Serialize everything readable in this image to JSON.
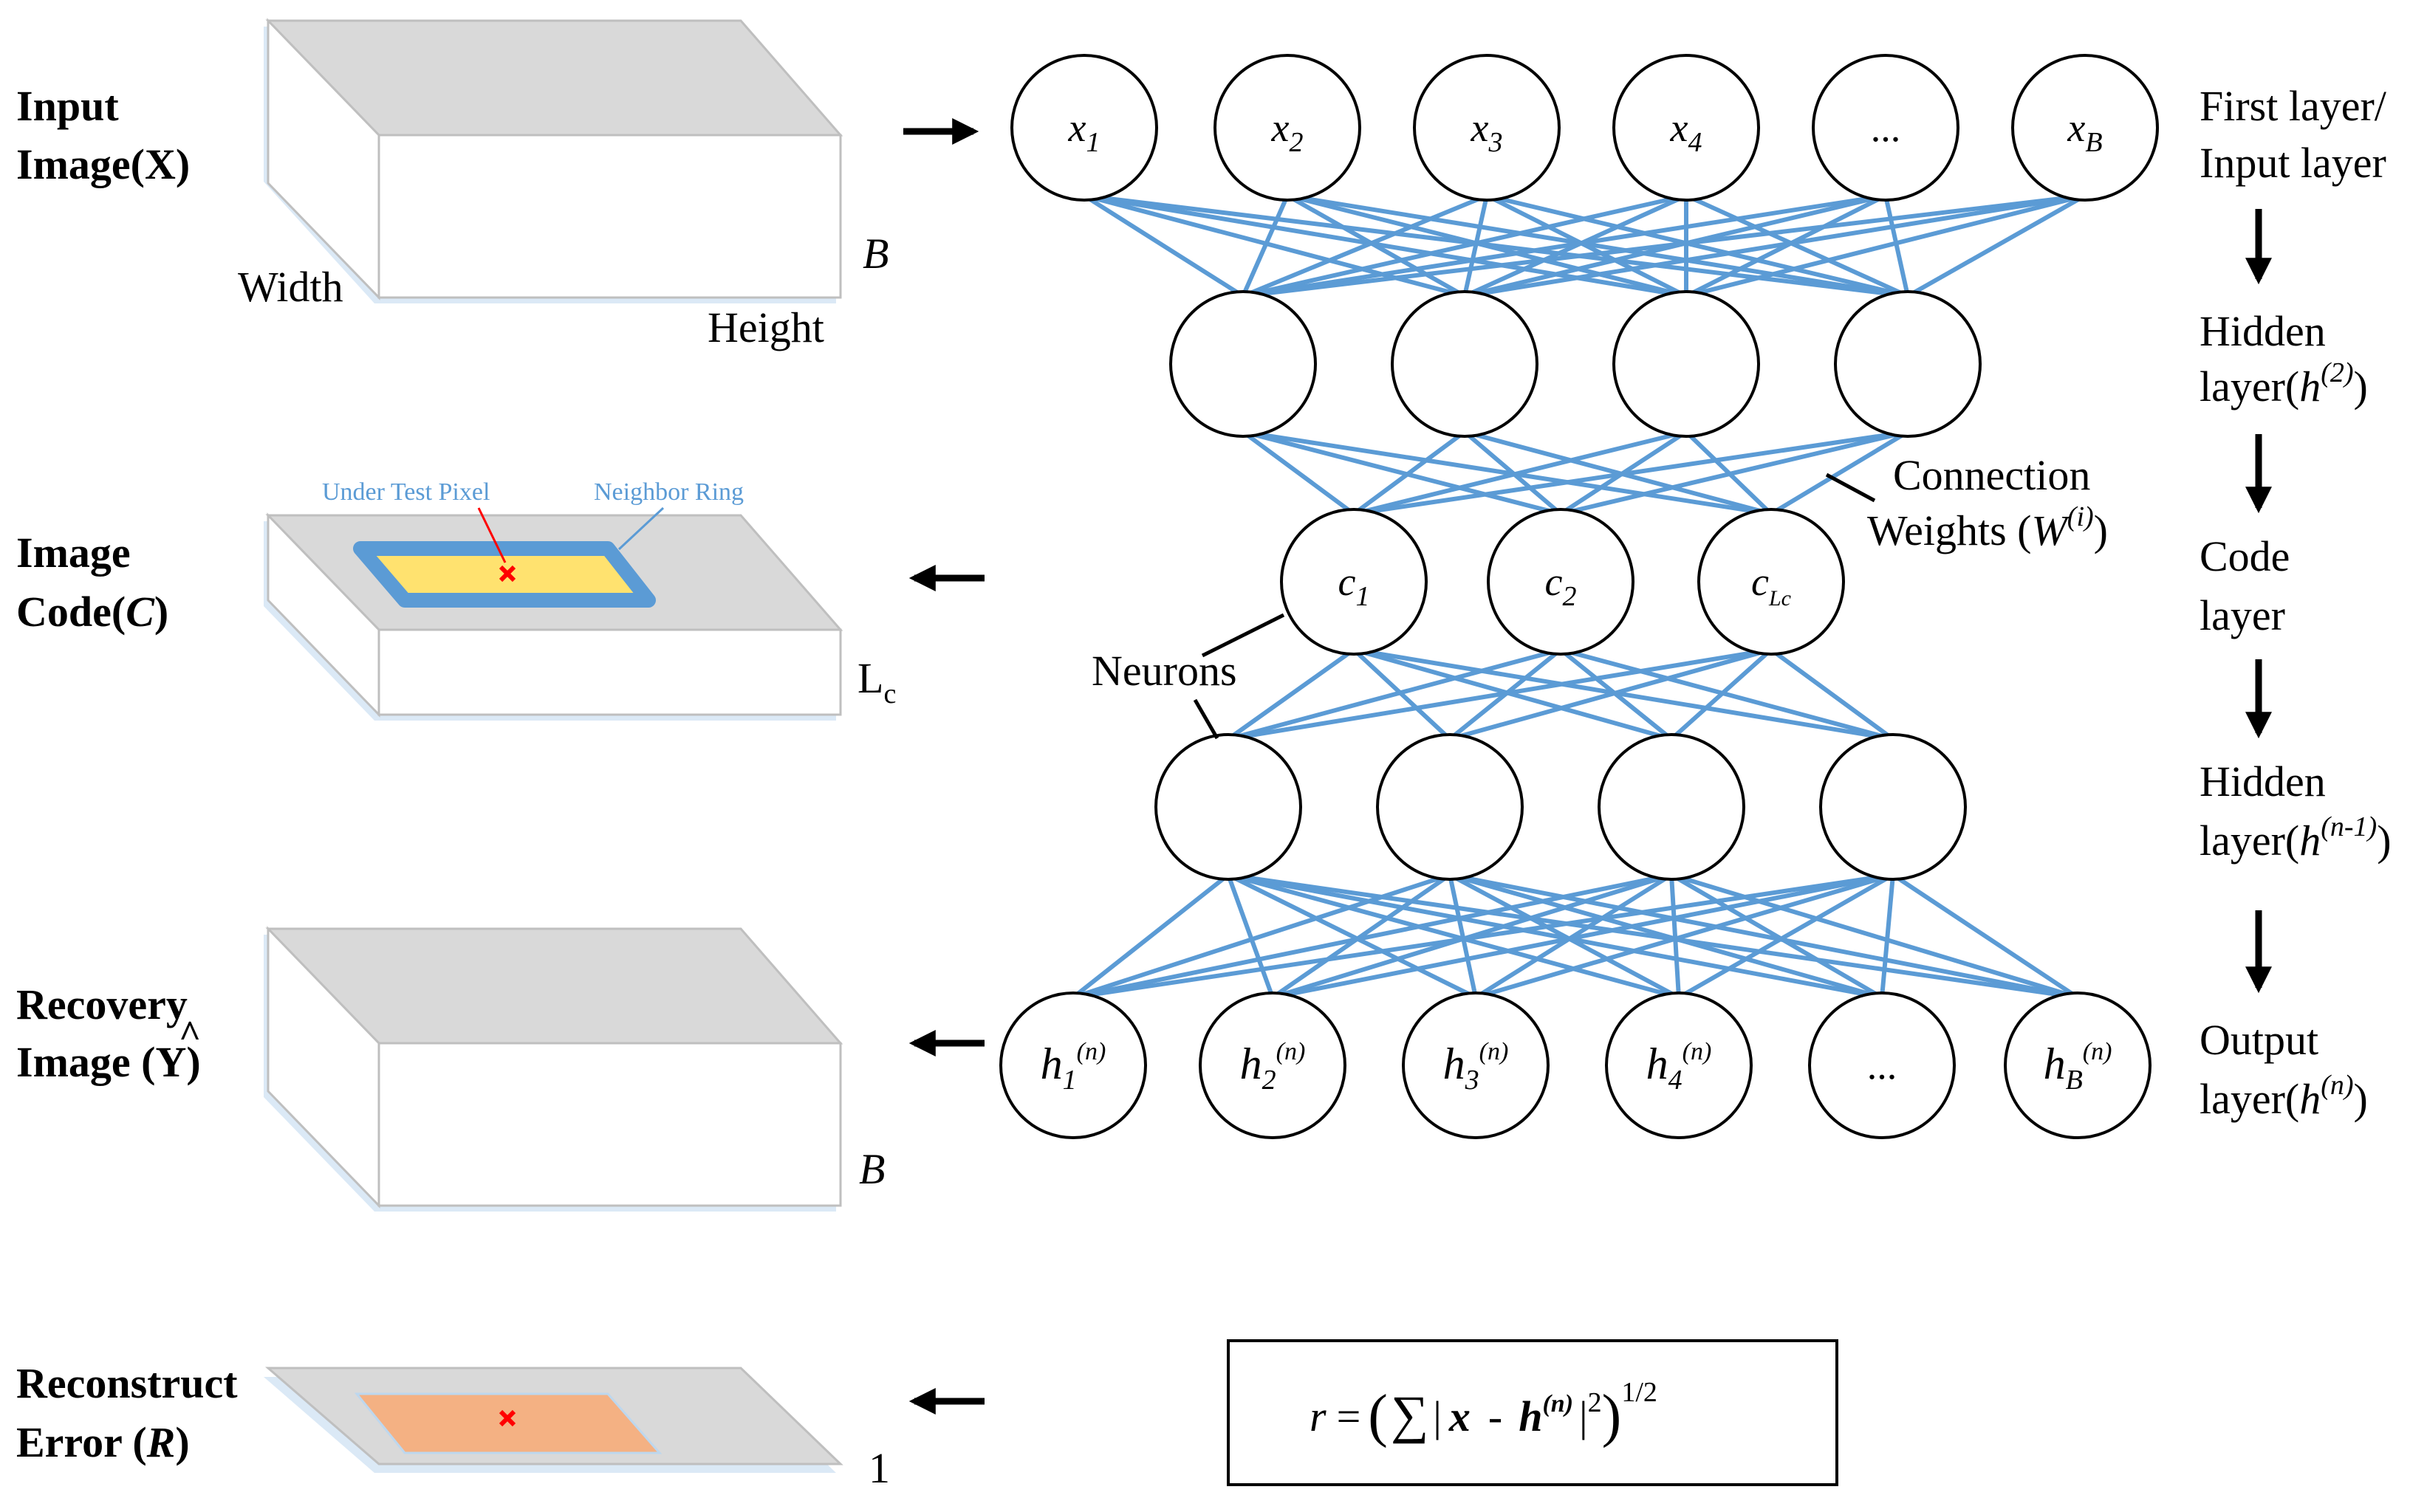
{
  "left": {
    "input": {
      "label_lines": [
        "Input",
        "Image(X)"
      ],
      "width_label": "Width",
      "height_label": "Height",
      "depth_label": "B"
    },
    "code": {
      "label_lines": [
        "Image",
        "Code("
      ],
      "label_symbol": "C",
      "label_close": ")",
      "under_test_label": "Under Test Pixel",
      "neighbor_label": "Neighbor Ring",
      "depth_main": "L",
      "depth_sub": "c"
    },
    "recovery": {
      "label_lines": [
        "Recovery",
        "Image ("
      ],
      "label_symbol": "Y",
      "label_hat": "^",
      "label_close": ")",
      "depth_label": "B"
    },
    "error": {
      "label_lines": [
        "Reconstruct",
        "Error ("
      ],
      "label_symbol": "R",
      "label_close": ")",
      "depth_label": "1"
    }
  },
  "network": {
    "input_nodes": [
      {
        "main": "x",
        "sub": "1"
      },
      {
        "main": "x",
        "sub": "2"
      },
      {
        "main": "x",
        "sub": "3"
      },
      {
        "main": "x",
        "sub": "4"
      },
      {
        "main": "...",
        "sub": ""
      },
      {
        "main": "x",
        "sub": "B"
      }
    ],
    "code_nodes": [
      {
        "main": "c",
        "sub": "1"
      },
      {
        "main": "c",
        "sub": "2"
      },
      {
        "main": "c",
        "sub": "Lc"
      }
    ],
    "output_nodes": [
      {
        "main": "h",
        "sub": "1",
        "sup": "(n)"
      },
      {
        "main": "h",
        "sub": "2",
        "sup": "(n)"
      },
      {
        "main": "h",
        "sub": "3",
        "sup": "(n)"
      },
      {
        "main": "h",
        "sub": "4",
        "sup": "(n)"
      },
      {
        "main": "...",
        "sub": "",
        "sup": ""
      },
      {
        "main": "h",
        "sub": "B",
        "sup": "(n)"
      }
    ],
    "connection_label_lines": [
      "Connection",
      "Weights ("
    ],
    "connection_symbol": "W",
    "connection_sup": "(i)",
    "connection_close": ")",
    "neurons_label": "Neurons"
  },
  "layers": {
    "first": [
      "First layer/",
      "Input layer"
    ],
    "hidden1": {
      "line1": "Hidden",
      "line2": "layer(",
      "symbol": "h",
      "sup": "(2)",
      "close": ")"
    },
    "code": [
      "Code",
      "layer"
    ],
    "hidden2": {
      "line1": "Hidden",
      "line2": "layer(",
      "symbol": "h",
      "sup": "(n-1)",
      "close": ")"
    },
    "output": {
      "line1": "Output",
      "line2": "layer(",
      "symbol": "h",
      "sup": "(n)",
      "close": ")"
    }
  },
  "formula": {
    "lhs": "r",
    "eq": "=",
    "open": "(",
    "sum": "∑",
    "bar1": "|",
    "x": "x",
    "minus": "-",
    "h": "h",
    "h_sup": "(n)",
    "bar2": "|",
    "sq": "2",
    "close": ")",
    "power": "1/2"
  },
  "colors": {
    "edge": "#5b9bd5",
    "box_top": "#d9d9d9",
    "box_side": "#ffffff",
    "box_shadow": "#bdd7ee",
    "ring": "#5b9bd5",
    "pixel_fill": "#ffe26f",
    "error_fill": "#f4b183",
    "marker": "#ff0000"
  }
}
